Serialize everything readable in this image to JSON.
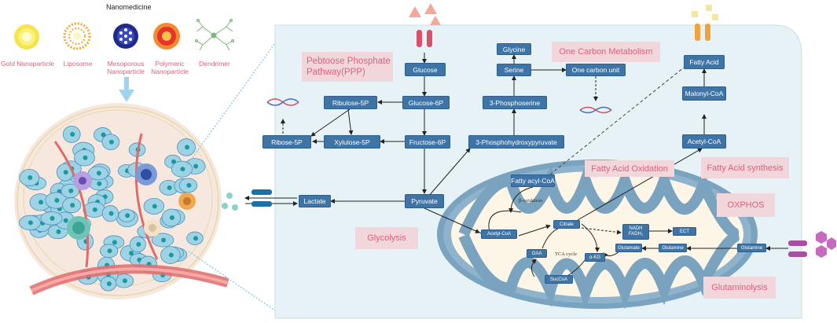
{
  "nanomedicine": {
    "title": "Nanomedicine",
    "particles": [
      {
        "label": "Gold Nanoparticle",
        "icon": "gold-nanoparticle-icon"
      },
      {
        "label": "Liposome",
        "icon": "liposome-icon"
      },
      {
        "label": "Mesoporous Nanoparticle",
        "icon": "mesoporous-nanoparticle-icon"
      },
      {
        "label": "Polymeric Nanoparticle",
        "icon": "polymeric-nanoparticle-icon"
      },
      {
        "label": "Dendrimer",
        "icon": "dendrimer-icon"
      }
    ]
  },
  "regions": {
    "ppp": "Pebtoose Phosphate Pathway(PPP)",
    "one_carbon": "One Carbon Metabolism",
    "fao": "Fatty Acid Oxidation",
    "fas": "Fatty Acid synthesis",
    "oxphos": "OXPHOS",
    "glycolysis": "Glycolysis",
    "glutaminolysis": "Glutaminolysis"
  },
  "nodes": {
    "glucose": "Glucose",
    "glucose6p": "Glucose-6P",
    "fructose6p": "Fructose-6P",
    "ribulose5p": "Ribulose-5P",
    "xylulose5p": "Xylulose-5P",
    "ribose5p": "Ribose-5P",
    "glycine": "Glycine",
    "serine": "Serine",
    "one_carbon_unit": "One carbon unit",
    "phosphoserine": "3-Phosphoserine",
    "phosphohydroxypyruvate": "3-Phosphohydroxypyruvate",
    "pyruvate": "Pyruvate",
    "lactate": "Lactate",
    "fatty_acid": "Fatty Acid",
    "malonyl_coa": "Malonyl-CoA",
    "acetyl_coa_cyto": "Acetyl-CoA",
    "fatty_acyl_coa": "Fatty acyl-CoA",
    "acetyl_coa_mito": "Acetyl-CoA",
    "citrate": "Citrate",
    "oaa": "OAA",
    "succoa": "SucCoA",
    "akg": "α-KG",
    "nadh": "NADH",
    "fadh2": "FADH₂",
    "ect": "ECT",
    "glutamate": "Glutamate",
    "glutamine_in": "Glutamine",
    "glutamine_out": "Glutamine"
  },
  "mito_text": {
    "beta_oxidation": "β-oxidation",
    "tca_cycle": "TCA cycle"
  },
  "colors": {
    "node": "#3f74a6",
    "region_bg": "#f1d6dc",
    "region_text": "#e0607a",
    "cell_bg": "#e6f2f6",
    "mito_outer": "#7aa3bf",
    "matrix": "#fdf6e6",
    "transporter_red": "#d9506a",
    "transporter_orange": "#f2a23a",
    "transporter_purple": "#a64fa0",
    "transporter_blue": "#1d6fa8"
  }
}
